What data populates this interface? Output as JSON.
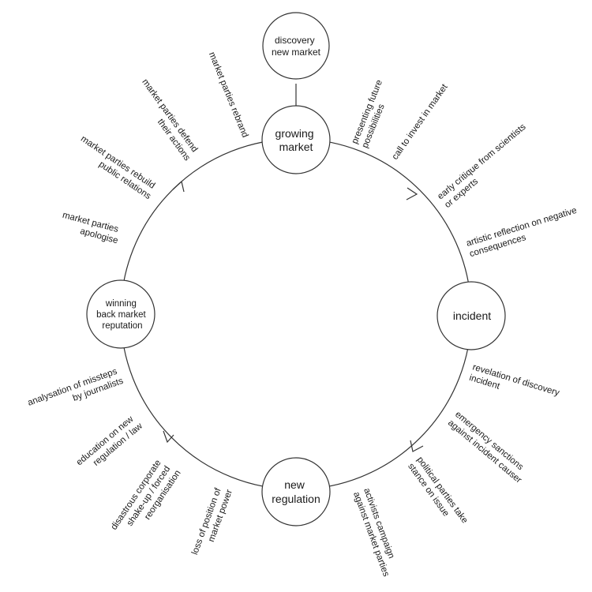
{
  "nodes": {
    "discovery": [
      "discovery",
      "new market"
    ],
    "growing": [
      "growing",
      "market"
    ],
    "incident": [
      "incident"
    ],
    "regulation": [
      "new",
      "regulation"
    ],
    "winning": [
      "winning",
      "back market",
      "reputation"
    ]
  },
  "events": {
    "presenting": [
      "presenting future",
      "possibilities"
    ],
    "call_invest": [
      "call to invest in market"
    ],
    "early_critique": [
      "early critique from scientists",
      "or experts"
    ],
    "artistic": [
      "artistic reflection on negative",
      "consequences"
    ],
    "revelation": [
      "revelation of discovery",
      "incident"
    ],
    "emergency": [
      "emergency sanctions",
      "against incident causer"
    ],
    "political": [
      "political parties take",
      "stance on issue"
    ],
    "activists": [
      "activists campaign",
      "against market parties"
    ],
    "loss_power": [
      "loss of position of",
      "market power"
    ],
    "shakeup": [
      "disastrous corporate",
      "shake-up / forced",
      "reorganisation"
    ],
    "education": [
      "education on new",
      "regulation / law"
    ],
    "analysation": [
      "analysation of missteps",
      "by journalists"
    ],
    "apologise": [
      "market parties",
      "apologise"
    ],
    "rebuild": [
      "market parties rebuild",
      "public relations"
    ],
    "defend": [
      "market parties defend",
      "their actions"
    ],
    "rebrand": [
      "market parties rebrand"
    ]
  }
}
